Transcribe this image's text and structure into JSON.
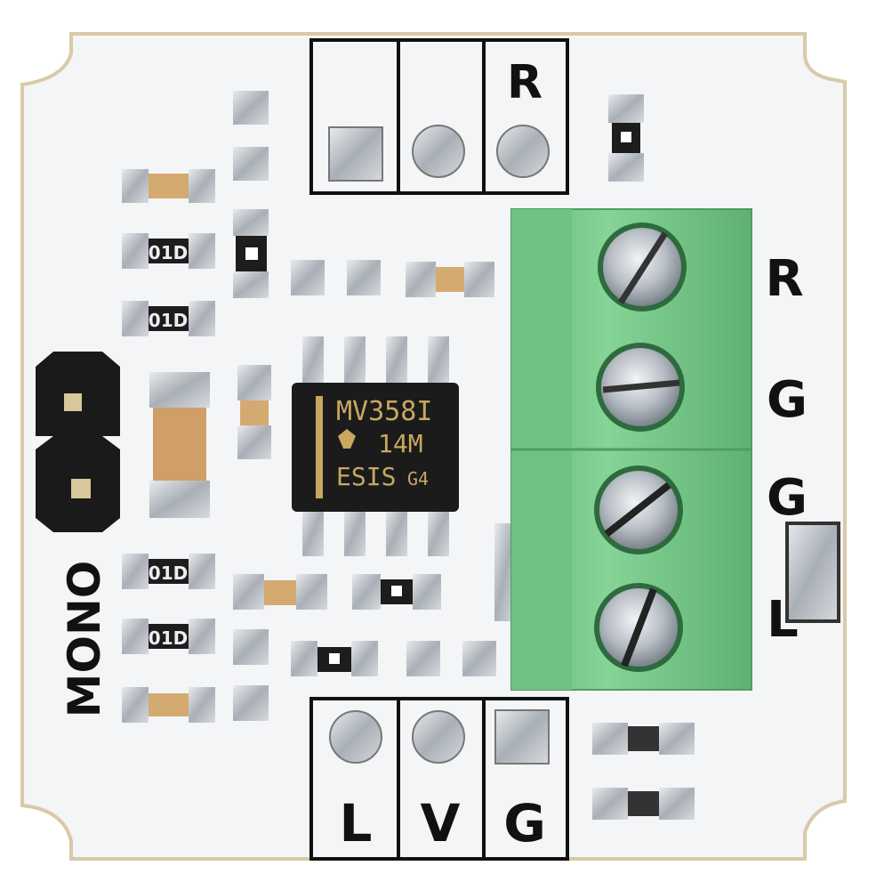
{
  "silkscreen": {
    "top_right_label": "R",
    "bottom_left_label": "L",
    "bottom_mid_label": "V",
    "bottom_right_label": "G",
    "side_label_1": "R",
    "side_label_2": "G",
    "side_label_3": "G",
    "side_label_4": "L",
    "mode_label": "MONO"
  },
  "ic": {
    "line1": "MV358I",
    "line2": "14M",
    "line3": "ESIS",
    "line4": "G4"
  },
  "resistor_code": "01D",
  "colors": {
    "board": "#f4f5f7",
    "board_edge": "#d9c9a8",
    "silk": "#111111",
    "terminal": "#7dcc8d",
    "pad": "#c8ccd1",
    "chip": "#1b1b1b",
    "cap": "#d4aa70"
  },
  "icons": {
    "screw": "screw-icon",
    "header_pin": "header-pin-icon"
  }
}
